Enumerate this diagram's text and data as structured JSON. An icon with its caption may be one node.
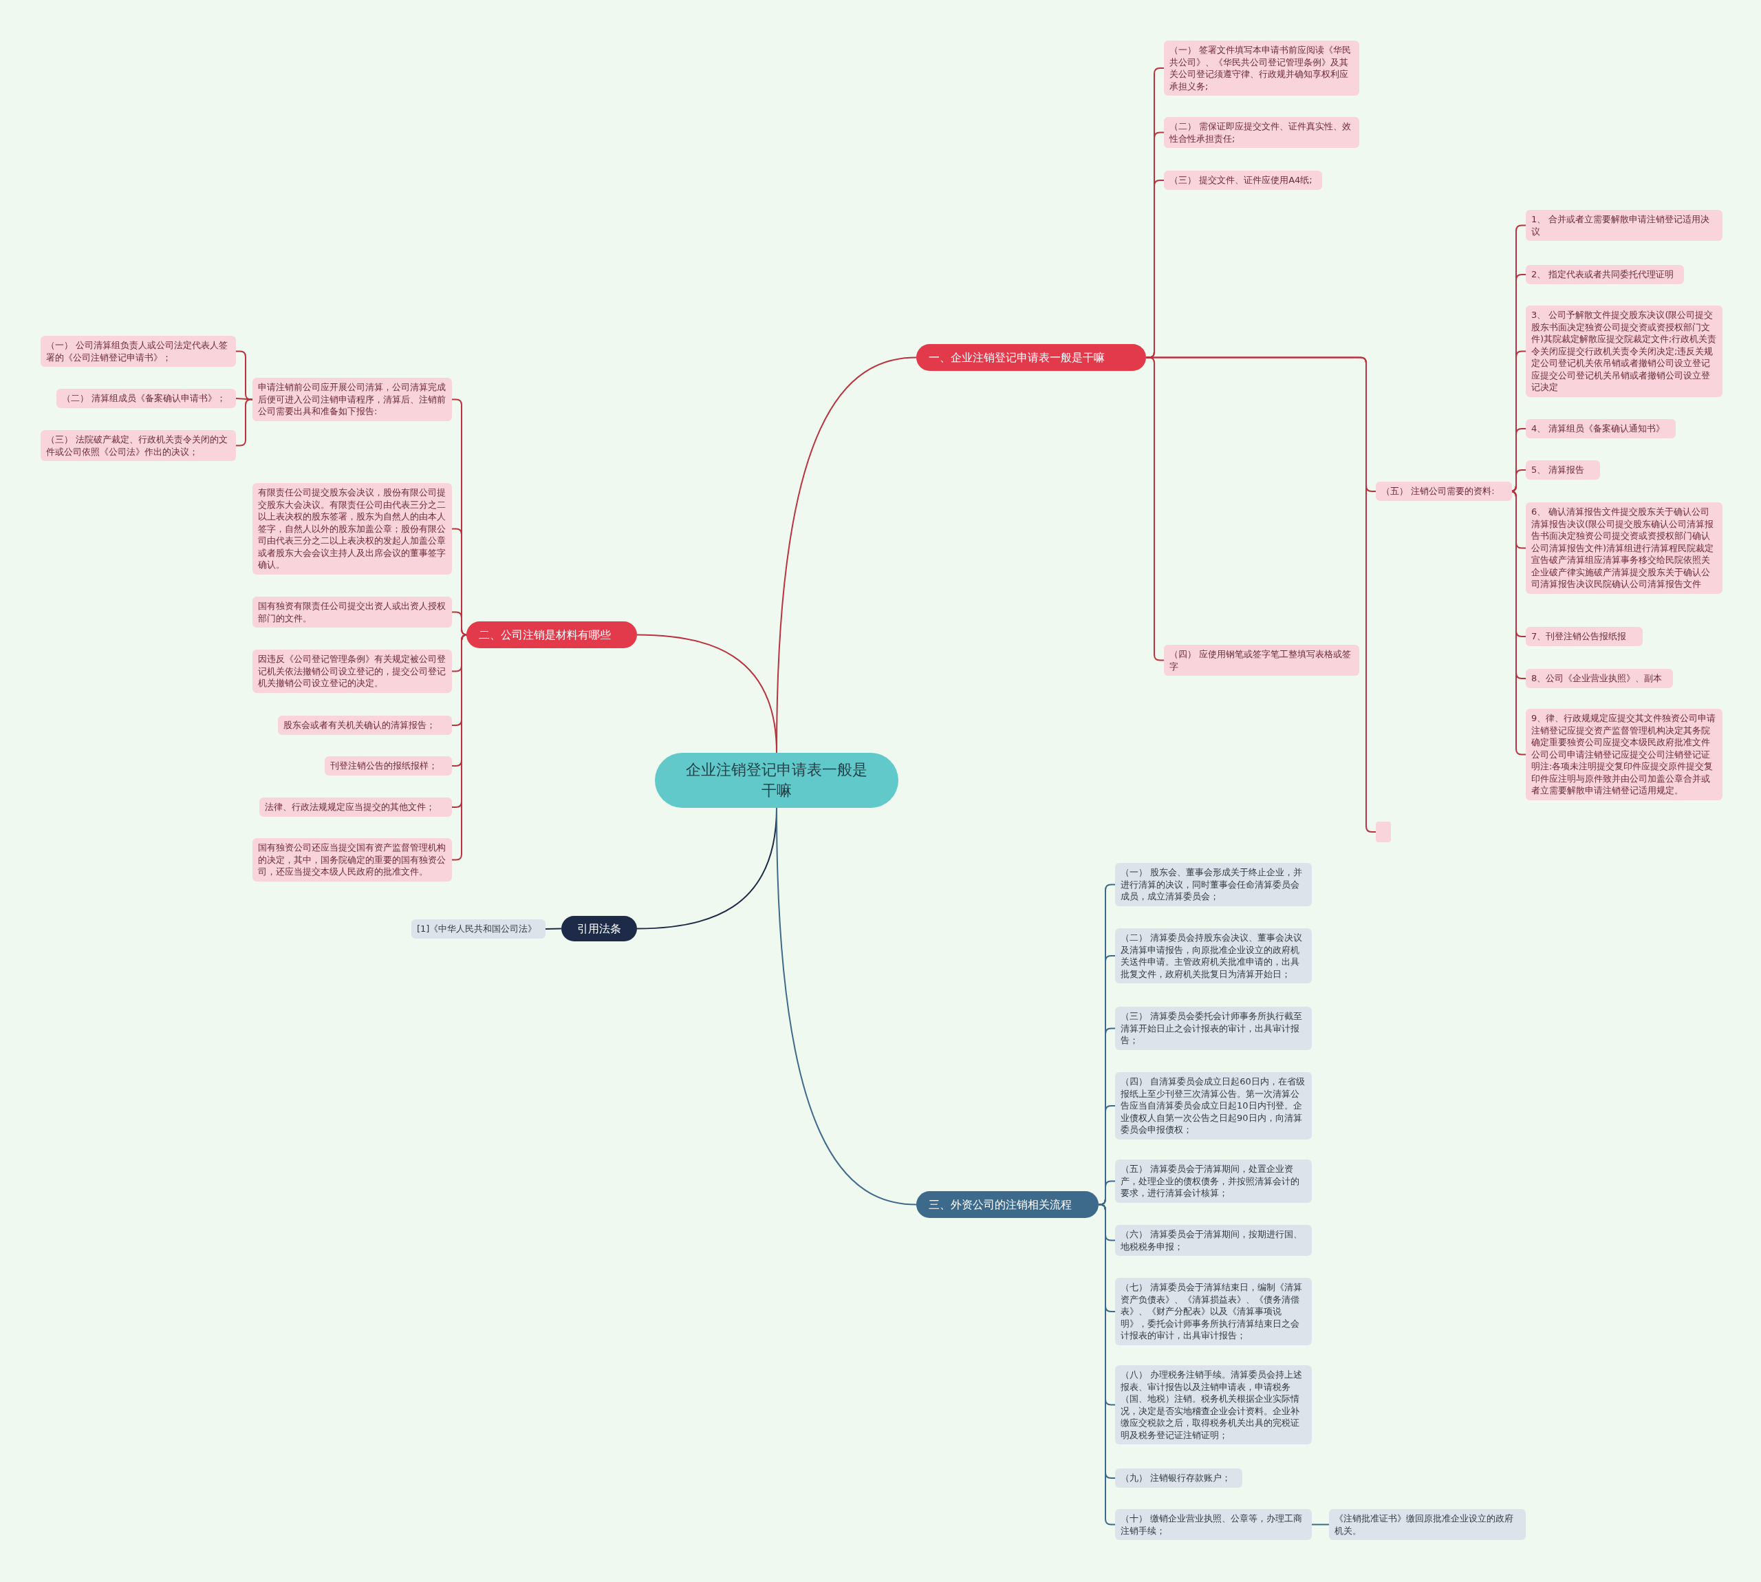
{
  "diagram": {
    "nodes": [
      {
        "text": [
          "企业注销登记申请表一般是干嘛"
        ]
      },
      {
        "text": [
          "一、企业注销登记申请表一般是干嘛"
        ]
      },
      {
        "text": [
          "（一） 签署文件填写本申请书前应阅读《华民共公司》、《华民共公司登记管理条例》及其关公司登记须遵守律、行政规并确知享权利应承担义务;"
        ]
      },
      {
        "text": [
          "（二） 需保证即应提交文件、证件真实性、效性合性承担责任;"
        ]
      },
      {
        "text": [
          "（三） 提交文件、证件应使用A4纸;"
        ]
      },
      {
        "text": [
          "（四） 应使用钢笔或签字笔工整填写表格或签字"
        ]
      },
      {
        "text": [
          "（五） 注销公司需要的资料:"
        ]
      },
      {
        "text": [
          "1、 合并或者立需要解散申请注销登记适用决议"
        ]
      },
      {
        "text": [
          "2、 指定代表或者共同委托代理证明"
        ]
      },
      {
        "text": [
          "3、 公司予解散文件提交股东决议(限公司提交股东书面决定独资公司提交资或资授权部门文件)其院裁定解散应提交院裁定文件;行政机关责令关闭应提交行政机关责令关闭决定;违反关规定公司登记机关依吊销或者撤销公司设立登记应提交公司登记机关吊销或者撤销公司设立登记决定"
        ]
      },
      {
        "text": [
          "4、 清算组员《备案确认通知书》"
        ]
      },
      {
        "text": [
          "5、 清算报告"
        ]
      },
      {
        "text": [
          "6、 确认清算报告文件提交股东关于确认公司清算报告决议(限公司提交股东确认公司清算报告书面决定独资公司提交资或资授权部门确认公司清算报告文件)清算组进行清算程民院裁定宣告破产清算组应清算事务移交给民院依照关企业破产律实施破产清算提交股东关于确认公司清算报告决议民院确认公司清算报告文件"
        ]
      },
      {
        "text": [
          "7、刊登注销公告报纸报"
        ]
      },
      {
        "text": [
          "8、公司《企业营业执照》、副本"
        ]
      },
      {
        "text": [
          "9、律、行政规规定应提交其文件独资公司申请注销登记应提交资产监督管理机构决定其务院确定重要独资公司应提交本级民政府批准文件公司公司申请注销登记应提交公司注销登记证明注:各项未注明提交复印件应提交原件提交复印件应注明与原件致并由公司加盖公章合并或者立需要解散申请注销登记适用规定。"
        ]
      },
      {
        "text": [],
        "shape": "box"
      },
      {
        "text": [
          "二、公司注销是材料有哪些"
        ]
      },
      {
        "text": [
          "申请注销前公司应开展公司清算，公司清算完成后便可进入公司注销申请程序，清算后、注销前公司需要出具和准备如下报告:"
        ]
      },
      {
        "text": [
          "（一） 公司清算组负责人或公司法定代表人签署的《公司注销登记申请书》；"
        ]
      },
      {
        "text": [
          "（二） 清算组成员《备案确认申请书》；"
        ]
      },
      {
        "text": [
          "（三） 法院破产裁定、行政机关责令关闭的文件或公司依照《公司法》作出的决议；"
        ]
      },
      {
        "text": [
          "有限责任公司提交股东会决议，股份有限公司提交股东大会决议。有限责任公司由代表三分之二以上表决权的股东签署，股东为自然人的由本人签字，自然人以外的股东加盖公章；股份有限公司由代表三分之二以上表决权的发起人加盖公章或者股东大会会议主持人及出席会议的董事签字确认。"
        ]
      },
      {
        "text": [
          "国有独资有限责任公司提交出资人或出资人授权部门的文件。"
        ]
      },
      {
        "text": [
          "因违反《公司登记管理条例》有关规定被公司登记机关依法撤销公司设立登记的，提交公司登记机关撤销公司设立登记的决定。"
        ]
      },
      {
        "text": [
          "股东会或者有关机关确认的清算报告；"
        ]
      },
      {
        "text": [
          "刊登注销公告的报纸报样；"
        ]
      },
      {
        "text": [
          "法律、行政法规规定应当提交的其他文件；"
        ]
      },
      {
        "text": [
          "国有独资公司还应当提交国有资产监督管理机构的决定，其中，国务院确定的重要的国有独资公司，还应当提交本级人民政府的批准文件。"
        ]
      },
      {
        "text": [
          "引用法条"
        ]
      },
      {
        "text": [
          "[1]《中华人民共和国公司法》"
        ]
      },
      {
        "text": [
          "三、外资公司的注销相关流程"
        ]
      },
      {
        "text": [
          "（一） 股东会、董事会形成关于终止企业，并进行清算的决议，同时董事会任命清算委员会成员，成立清算委员会；"
        ]
      },
      {
        "text": [
          "（二） 清算委员会持股东会决议、董事会决议及清算申请报告，向原批准企业设立的政府机关送件申请。主管政府机关批准申请的，出具批复文件，政府机关批复日为清算开始日；"
        ]
      },
      {
        "text": [
          "（三） 清算委员会委托会计师事务所执行截至清算开始日止之会计报表的审计，出具审计报告；"
        ]
      },
      {
        "text": [
          "（四） 自清算委员会成立日起60日内，在省级报纸上至少刊登三次清算公告。第一次清算公告应当自清算委员会成立日起10日内刊登。企业债权人自第一次公告之日起90日内，向清算委员会申报债权；"
        ]
      },
      {
        "text": [
          "（五） 清算委员会于清算期间，处置企业资产，处理企业的债权债务，并按照清算会计的要求，进行清算会计核算；"
        ]
      },
      {
        "text": [
          "（六） 清算委员会于清算期间，按期进行国、地税税务申报；"
        ]
      },
      {
        "text": [
          "（七） 清算委员会于清算结束日，编制《清算资产负债表》、《清算损益表》、《债务清偿表》、《财产分配表》以及《清算事项说明》，委托会计师事务所执行清算结束日之会计报表的审计，出具审计报告；"
        ]
      },
      {
        "text": [
          "（八） 办理税务注销手续。清算委员会持上述报表、审计报告以及注销申请表，申请税务（国、地税）注销。税务机关根据企业实际情况，决定是否实地稽查企业会计资料。企业补缴应交税款之后，取得税务机关出具的完税证明及税务登记证注销证明；"
        ]
      },
      {
        "text": [
          "（九） 注销银行存款账户；"
        ]
      },
      {
        "text": [
          "（十） 缴销企业营业执照、公章等，办理工商注销手续；"
        ]
      },
      {
        "text": [
          "《注销批准证书》缴回原批准企业设立的政府机关。"
        ]
      }
    ],
    "edges": [
      {
        "from": 0,
        "to": 1,
        "arrow": "none"
      },
      {
        "from": 1,
        "to": 2,
        "arrow": "none"
      },
      {
        "from": 1,
        "to": 3,
        "arrow": "none"
      },
      {
        "from": 1,
        "to": 4,
        "arrow": "none"
      },
      {
        "from": 1,
        "to": 5,
        "arrow": "none"
      },
      {
        "from": 1,
        "to": 6,
        "arrow": "none"
      },
      {
        "from": 1,
        "to": 16,
        "arrow": "none"
      },
      {
        "from": 6,
        "to": 7,
        "arrow": "none"
      },
      {
        "from": 6,
        "to": 8,
        "arrow": "none"
      },
      {
        "from": 6,
        "to": 9,
        "arrow": "none"
      },
      {
        "from": 6,
        "to": 10,
        "arrow": "none"
      },
      {
        "from": 6,
        "to": 11,
        "arrow": "none"
      },
      {
        "from": 6,
        "to": 12,
        "arrow": "none"
      },
      {
        "from": 6,
        "to": 13,
        "arrow": "none"
      },
      {
        "from": 6,
        "to": 14,
        "arrow": "none"
      },
      {
        "from": 6,
        "to": 15,
        "arrow": "none"
      },
      {
        "from": 0,
        "to": 17,
        "arrow": "none"
      },
      {
        "from": 17,
        "to": 18,
        "arrow": "none"
      },
      {
        "from": 18,
        "to": 19,
        "arrow": "none"
      },
      {
        "from": 18,
        "to": 20,
        "arrow": "none"
      },
      {
        "from": 18,
        "to": 21,
        "arrow": "none"
      },
      {
        "from": 17,
        "to": 22,
        "arrow": "none"
      },
      {
        "from": 17,
        "to": 23,
        "arrow": "none"
      },
      {
        "from": 17,
        "to": 24,
        "arrow": "none"
      },
      {
        "from": 17,
        "to": 25,
        "arrow": "none"
      },
      {
        "from": 17,
        "to": 26,
        "arrow": "none"
      },
      {
        "from": 17,
        "to": 27,
        "arrow": "none"
      },
      {
        "from": 17,
        "to": 28,
        "arrow": "none"
      },
      {
        "from": 0,
        "to": 29,
        "arrow": "none",
        "color": "#1d2b48"
      },
      {
        "from": 29,
        "to": 30,
        "arrow": "none",
        "color": "#1d2b48"
      },
      {
        "from": 0,
        "to": 31,
        "arrow": "none",
        "color": "#3d6a8a"
      },
      {
        "from": 31,
        "to": 32,
        "arrow": "none",
        "color": "#3d6a8a"
      },
      {
        "from": 31,
        "to": 33,
        "arrow": "none",
        "color": "#3d6a8a"
      },
      {
        "from": 31,
        "to": 34,
        "arrow": "none",
        "color": "#3d6a8a"
      },
      {
        "from": 31,
        "to": 35,
        "arrow": "none",
        "color": "#3d6a8a"
      },
      {
        "from": 31,
        "to": 36,
        "arrow": "none",
        "color": "#3d6a8a"
      },
      {
        "from": 31,
        "to": 37,
        "arrow": "none",
        "color": "#3d6a8a"
      },
      {
        "from": 31,
        "to": 38,
        "arrow": "none",
        "color": "#3d6a8a"
      },
      {
        "from": 31,
        "to": 39,
        "arrow": "none",
        "color": "#3d6a8a"
      },
      {
        "from": 31,
        "to": 40,
        "arrow": "none",
        "color": "#3d6a8a"
      },
      {
        "from": 31,
        "to": 41,
        "arrow": "none",
        "color": "#3d6a8a"
      },
      {
        "from": 41,
        "to": 42,
        "arrow": "none",
        "color": "#3d6a8a"
      }
    ]
  }
}
